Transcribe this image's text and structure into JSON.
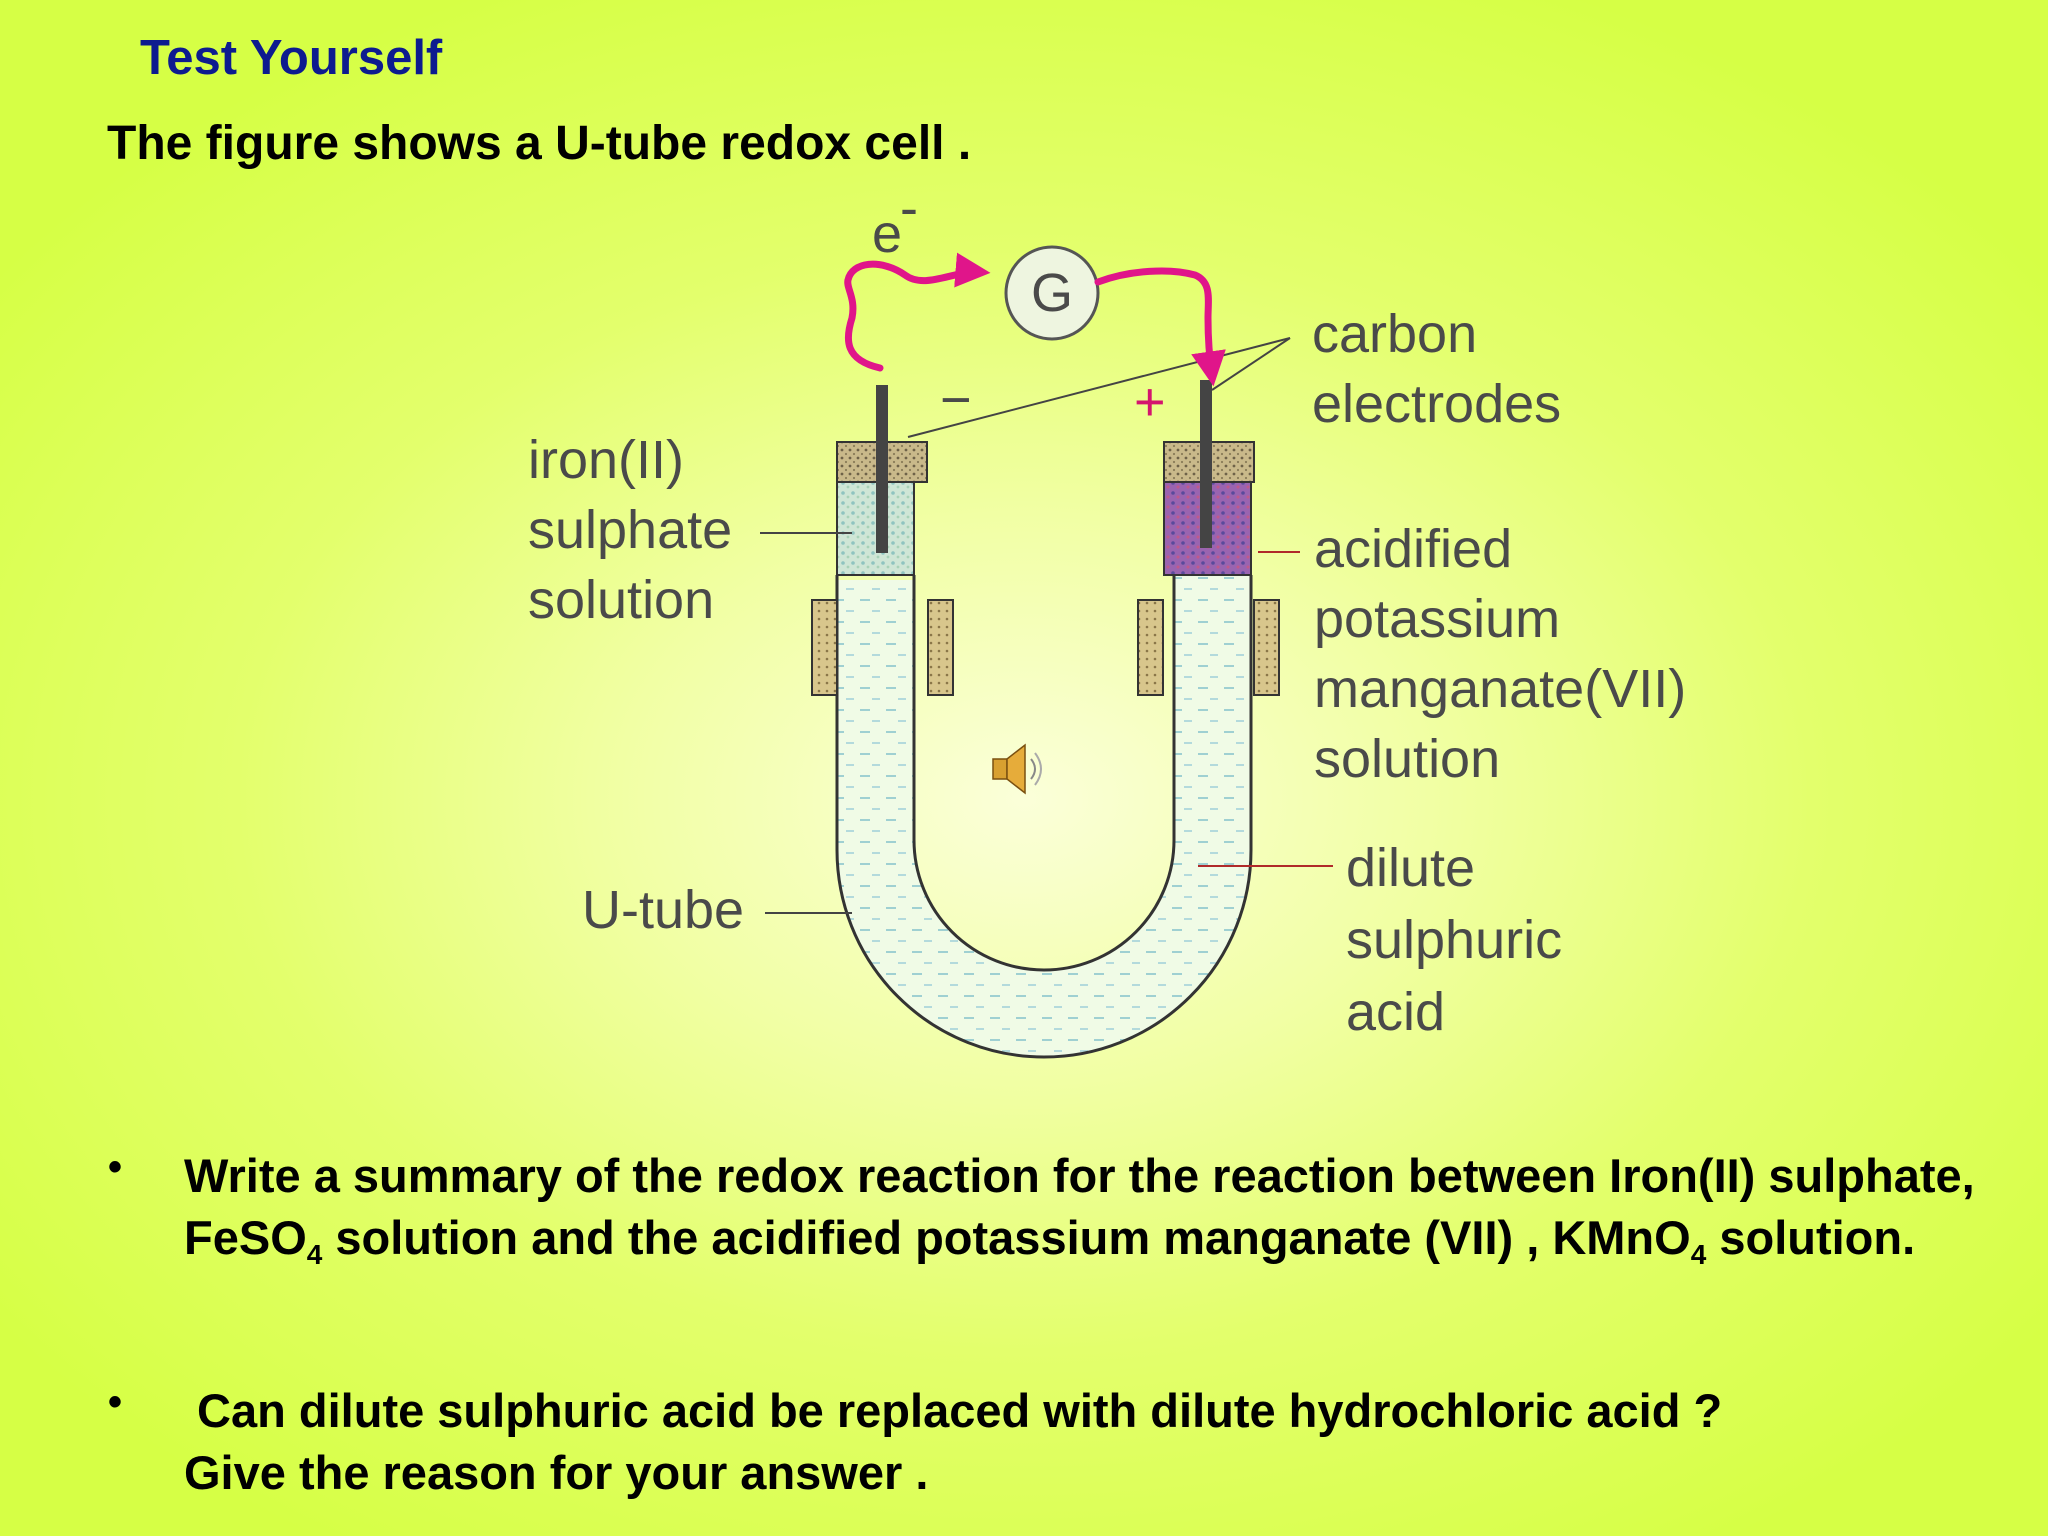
{
  "slide": {
    "title": "Test Yourself",
    "intro": "The figure shows a U-tube redox cell ."
  },
  "diagram": {
    "electron_label": "e",
    "electron_charge": "-",
    "galvanometer_label": "G",
    "negative_terminal": "−",
    "positive_terminal": "+",
    "labels": {
      "electrodes_line1": "carbon",
      "electrodes_line2": "electrodes",
      "iron_line1": "iron(II)",
      "iron_line2": "sulphate",
      "iron_line3": "solution",
      "kmno4_line1": "acidified",
      "kmno4_line2": "potassium",
      "kmno4_line3": "manganate(VII)",
      "kmno4_line4": "solution",
      "utube": "U-tube",
      "acid_line1": "dilute",
      "acid_line2": "sulphuric",
      "acid_line3": "acid"
    },
    "colors": {
      "electron_flow_arrow": "#e0158a",
      "positive_sign": "#d4146e",
      "iron_solution": "#b9dcd0",
      "kmno4_solution": "#8f59a8",
      "tube_outline": "#333333"
    },
    "icons": [
      "speaker-icon"
    ]
  },
  "questions": {
    "q1": {
      "bullet": "•",
      "part1": "Write a summary of the redox reaction for the reaction between Iron(II) sulphate, FeSO",
      "sub1": "4",
      "part2": " solution and the acidified potassium manganate (VII) , KMnO",
      "sub2": "4",
      "part3": " solution."
    },
    "q2": {
      "bullet": "•",
      "line1": " Can dilute sulphuric acid be replaced with dilute hydrochloric acid ?",
      "line2": "Give the reason for your answer ."
    }
  }
}
